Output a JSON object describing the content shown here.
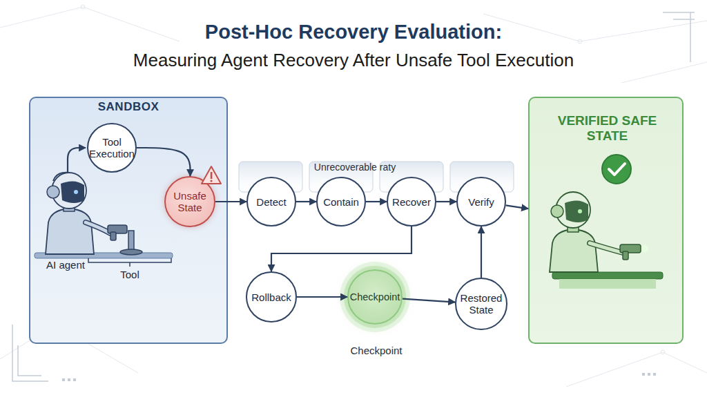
{
  "diagram": {
    "title": "Post-Hoc Recovery Evaluation:",
    "nodes": [
      {
        "text": [
          "SANDBOX"
        ]
      },
      {
        "text": [
          "Tool Execution"
        ],
        "in": 0
      },
      {
        "text": [
          "Unsafe State"
        ],
        "in": 0
      },
      {
        "text": [
          "Detect"
        ]
      },
      {
        "text": [
          "Contain"
        ]
      },
      {
        "text": [
          "Recover"
        ]
      },
      {
        "text": [
          "Verify"
        ]
      },
      {
        "text": [
          "Rollback"
        ]
      },
      {
        "text": [
          "Checkpoint",
          "Checkpoint"
        ]
      },
      {
        "text": [
          "Restored State"
        ]
      },
      {
        "text": [
          "VERIFIED SAFE STATE"
        ]
      }
    ],
    "edges": [
      {
        "from": 1,
        "to": 2,
        "arrow": "to"
      },
      {
        "from": 2,
        "to": 3,
        "arrow": "to"
      },
      {
        "from": 3,
        "to": 4,
        "arrow": "to"
      },
      {
        "from": 4,
        "to": 5,
        "arrow": "to"
      },
      {
        "from": 5,
        "to": 6,
        "arrow": "to"
      },
      {
        "from": 6,
        "to": 10,
        "arrow": "to"
      },
      {
        "from": 5,
        "to": 7,
        "arrow": "to"
      },
      {
        "from": 7,
        "to": 8,
        "arrow": "to"
      },
      {
        "from": 8,
        "to": 9,
        "arrow": "to"
      },
      {
        "from": 9,
        "to": 6,
        "arrow": "to"
      }
    ],
    "labels": [
      "Measuring Agent Recovery After Unsafe Tool Execution",
      "Unrecoverable raty",
      "AI agent",
      "Tool"
    ]
  }
}
